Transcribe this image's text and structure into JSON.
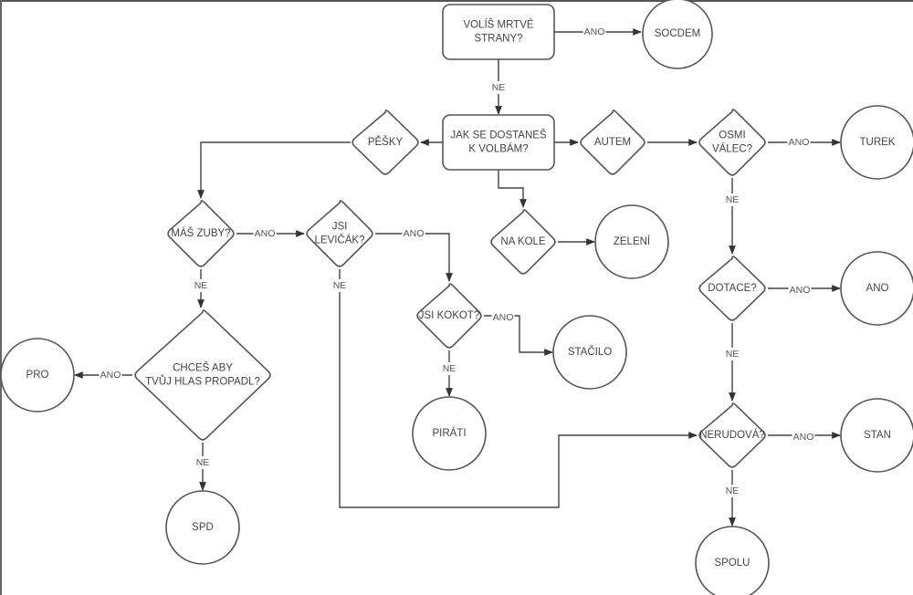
{
  "diagram": {
    "type": "flowchart",
    "nodes": [
      {
        "id": "volis",
        "shape": "rounded-rect",
        "lines": [
          "VOLÍŠ MRTVÉ",
          "STRANY?"
        ]
      },
      {
        "id": "socdem",
        "shape": "circle",
        "lines": [
          "SOCDEM"
        ]
      },
      {
        "id": "jak",
        "shape": "rounded-rect",
        "lines": [
          "JAK SE DOSTANEŠ",
          "K VOLBÁM?"
        ]
      },
      {
        "id": "pesky",
        "shape": "diamond",
        "lines": [
          "PĚŠKY"
        ]
      },
      {
        "id": "autem",
        "shape": "diamond",
        "lines": [
          "AUTEM"
        ]
      },
      {
        "id": "osmi",
        "shape": "diamond",
        "lines": [
          "OSMI",
          "VÁLEC?"
        ]
      },
      {
        "id": "turek",
        "shape": "circle",
        "lines": [
          "TUREK"
        ]
      },
      {
        "id": "nakole",
        "shape": "diamond",
        "lines": [
          "NA KOLE"
        ]
      },
      {
        "id": "zeleni",
        "shape": "circle",
        "lines": [
          "ZELENÍ"
        ]
      },
      {
        "id": "zuby",
        "shape": "diamond",
        "lines": [
          "MÁŠ ZUBY?"
        ]
      },
      {
        "id": "levicak",
        "shape": "diamond",
        "lines": [
          "JSI",
          "LEVIČÁK?"
        ]
      },
      {
        "id": "kokot",
        "shape": "diamond",
        "lines": [
          "JSI KOKOT?"
        ]
      },
      {
        "id": "stacilo",
        "shape": "circle",
        "lines": [
          "STAČILO"
        ]
      },
      {
        "id": "pirati",
        "shape": "circle",
        "lines": [
          "PIRÁTI"
        ]
      },
      {
        "id": "chces",
        "shape": "diamond",
        "lines": [
          "CHCEŠ ABY",
          "TVŮJ HLAS PROPADL?"
        ]
      },
      {
        "id": "pro",
        "shape": "circle",
        "lines": [
          "PRO"
        ]
      },
      {
        "id": "spd",
        "shape": "circle",
        "lines": [
          "SPD"
        ]
      },
      {
        "id": "dotace",
        "shape": "diamond",
        "lines": [
          "DOTACE?"
        ]
      },
      {
        "id": "ano_party",
        "shape": "circle",
        "lines": [
          "ANO"
        ]
      },
      {
        "id": "nerudova",
        "shape": "diamond",
        "lines": [
          "NERUDOVÁ?"
        ]
      },
      {
        "id": "stan",
        "shape": "circle",
        "lines": [
          "STAN"
        ]
      },
      {
        "id": "spolu",
        "shape": "circle",
        "lines": [
          "SPOLU"
        ]
      }
    ],
    "edges": [
      {
        "from": "volis",
        "to": "socdem",
        "label": "ANO"
      },
      {
        "from": "volis",
        "to": "jak",
        "label": "NE"
      },
      {
        "from": "jak",
        "to": "pesky",
        "label": ""
      },
      {
        "from": "jak",
        "to": "autem",
        "label": ""
      },
      {
        "from": "jak",
        "to": "nakole",
        "label": ""
      },
      {
        "from": "autem",
        "to": "osmi",
        "label": ""
      },
      {
        "from": "osmi",
        "to": "turek",
        "label": "ANO"
      },
      {
        "from": "osmi",
        "to": "dotace",
        "label": "NE"
      },
      {
        "from": "nakole",
        "to": "zeleni",
        "label": ""
      },
      {
        "from": "pesky",
        "to": "zuby",
        "label": ""
      },
      {
        "from": "zuby",
        "to": "levicak",
        "label": "ANO"
      },
      {
        "from": "zuby",
        "to": "chces",
        "label": "NE"
      },
      {
        "from": "levicak",
        "to": "kokot",
        "label": "ANO"
      },
      {
        "from": "levicak",
        "to": "nerudova",
        "label": "NE"
      },
      {
        "from": "kokot",
        "to": "stacilo",
        "label": "ANO"
      },
      {
        "from": "kokot",
        "to": "pirati",
        "label": "NE"
      },
      {
        "from": "chces",
        "to": "pro",
        "label": "ANO"
      },
      {
        "from": "chces",
        "to": "spd",
        "label": "NE"
      },
      {
        "from": "dotace",
        "to": "ano_party",
        "label": "ANO"
      },
      {
        "from": "dotace",
        "to": "nerudova",
        "label": "NE"
      },
      {
        "from": "nerudova",
        "to": "stan",
        "label": "ANO"
      },
      {
        "from": "nerudova",
        "to": "spolu",
        "label": "NE"
      }
    ]
  },
  "colors": {
    "stroke": "#555555",
    "edge": "#444444",
    "text": "#444444",
    "background": "#ffffff"
  }
}
